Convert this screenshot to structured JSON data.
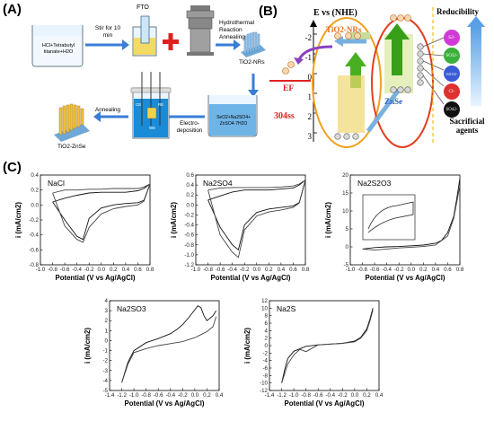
{
  "panels": {
    "a": "(A)",
    "b": "(B)",
    "c": "(C)"
  },
  "panel_a": {
    "precursor": "HCl+Tetrabutyl titanate+H2O",
    "stir": "Stir for 10 min",
    "fto": "FTO",
    "hydro": "Hydrothermal Reaction",
    "anneal1": "Annealing",
    "nrs": "TiO2-NRs",
    "electro": "Electro- deposition",
    "solution": "SeO2+Na2SO4+ ZnSO4·7H2O",
    "anneal2": "Annealing",
    "product": "TiO2-ZnSe",
    "electrode_labels": {
      "ce": "CE",
      "re": "RE",
      "we": "WE"
    }
  },
  "panel_b": {
    "axis_title": "E vs (NHE)",
    "ticks": [
      "-2",
      "-1",
      "0",
      "1",
      "2",
      "3"
    ],
    "tio2": "TiO2-NRs",
    "zn": "ZnSe",
    "ef": "EF",
    "ss": "304ss",
    "reducibility": "Reducibility",
    "sacrificial": "Sacrificial agents",
    "species": [
      {
        "label": "S2-",
        "color": "#d23ad6"
      },
      {
        "label": "SO32-",
        "color": "#3ab03a"
      },
      {
        "label": "S2O32-",
        "color": "#3a5ad6"
      },
      {
        "label": "Cl-",
        "color": "#e03030"
      },
      {
        "label": "SO42-",
        "color": "#111111"
      }
    ]
  },
  "chart_data": [
    {
      "type": "line",
      "label": "NaCl",
      "xlabel": "Potential (V vs Ag/AgCl)",
      "ylabel": "i (mA/cm2)",
      "xlim": [
        -1.0,
        0.8
      ],
      "ylim": [
        -0.8,
        0.4
      ],
      "xticks": [
        "-1.0",
        "-0.8",
        "-0.6",
        "-0.4",
        "-0.2",
        "0.0",
        "0.2",
        "0.4",
        "0.6",
        "0.8"
      ],
      "yticks": [
        "0.4",
        "0.2",
        "0.0",
        "-0.2",
        "-0.4",
        "-0.6",
        "-0.8"
      ],
      "series": [
        {
          "x": [
            -0.8,
            -0.6,
            -0.4,
            -0.2,
            0.0,
            0.2,
            0.4,
            0.6,
            0.7,
            0.8,
            0.7,
            0.6,
            0.4,
            0.2,
            0.0,
            -0.2,
            -0.3,
            -0.4,
            -0.6,
            -0.8
          ],
          "y": [
            0.04,
            0.09,
            0.13,
            0.16,
            0.17,
            0.17,
            0.17,
            0.19,
            0.22,
            0.28,
            0.06,
            0.03,
            0.02,
            0.0,
            -0.04,
            -0.18,
            -0.46,
            -0.42,
            -0.2,
            0.04
          ]
        },
        {
          "x": [
            -0.8,
            -0.6,
            -0.4,
            -0.2,
            0.0,
            0.2,
            0.4,
            0.6,
            0.7,
            0.8,
            0.7,
            0.6,
            0.4,
            0.2,
            0.0,
            -0.2,
            -0.3,
            -0.4,
            -0.6,
            -0.8
          ],
          "y": [
            0.16,
            0.2,
            0.2,
            0.21,
            0.21,
            0.22,
            0.22,
            0.22,
            0.24,
            0.28,
            0.05,
            0.0,
            -0.02,
            -0.05,
            -0.12,
            -0.3,
            -0.5,
            -0.46,
            -0.28,
            0.16
          ]
        }
      ]
    },
    {
      "type": "line",
      "label": "Na2SO4",
      "xlabel": "Potential (V vs Ag/AgCl)",
      "ylabel": "i (mA/cm2)",
      "xlim": [
        -1.0,
        0.8
      ],
      "ylim": [
        -1.2,
        0.6
      ],
      "xticks": [
        "-1.0",
        "-0.8",
        "-0.6",
        "-0.4",
        "-0.2",
        "0.0",
        "0.2",
        "0.4",
        "0.6",
        "0.8"
      ],
      "yticks": [
        "0.6",
        "0.4",
        "0.2",
        "0.0",
        "-0.2",
        "-0.4",
        "-0.6",
        "-0.8",
        "-1.0",
        "-1.2"
      ],
      "series": [
        {
          "x": [
            -0.8,
            -0.6,
            -0.4,
            -0.2,
            0.0,
            0.2,
            0.4,
            0.6,
            0.7,
            0.8,
            0.7,
            0.6,
            0.4,
            0.2,
            0.0,
            -0.2,
            -0.3,
            -0.4,
            -0.6,
            -0.8
          ],
          "y": [
            0.1,
            0.18,
            0.26,
            0.3,
            0.3,
            0.3,
            0.32,
            0.34,
            0.4,
            0.5,
            0.05,
            -0.02,
            -0.05,
            -0.08,
            -0.15,
            -0.4,
            -0.9,
            -0.8,
            -0.45,
            0.1
          ]
        },
        {
          "x": [
            -0.8,
            -0.6,
            -0.4,
            -0.2,
            0.0,
            0.2,
            0.4,
            0.6,
            0.7,
            0.8,
            0.7,
            0.6,
            0.4,
            0.2,
            0.0,
            -0.2,
            -0.3,
            -0.4,
            -0.6,
            -0.8
          ],
          "y": [
            0.3,
            0.34,
            0.35,
            0.35,
            0.35,
            0.35,
            0.36,
            0.38,
            0.42,
            0.5,
            0.04,
            -0.05,
            -0.1,
            -0.14,
            -0.22,
            -0.5,
            -1.05,
            -0.95,
            -0.6,
            0.3
          ]
        }
      ]
    },
    {
      "type": "line",
      "label": "Na2S2O3",
      "xlabel": "Potential (V vs Ag/AgCl)",
      "ylabel": "i (mA/cm2)",
      "xlim": [
        -1.0,
        0.8
      ],
      "ylim": [
        -5,
        20
      ],
      "xticks": [
        "-1.0",
        "-0.8",
        "-0.6",
        "-0.4",
        "-0.2",
        "0.0",
        "0.2",
        "0.4",
        "0.6",
        "0.8"
      ],
      "yticks": [
        "20",
        "15",
        "10",
        "5",
        "0",
        "-5"
      ],
      "series": [
        {
          "x": [
            -0.8,
            -0.6,
            -0.4,
            -0.2,
            0.0,
            0.2,
            0.4,
            0.5,
            0.6,
            0.7,
            0.75,
            0.8
          ],
          "y": [
            -0.6,
            -0.2,
            0.0,
            0.1,
            0.3,
            0.5,
            1.0,
            1.8,
            4.0,
            8.5,
            13.5,
            19.0
          ]
        },
        {
          "x": [
            0.8,
            0.75,
            0.7,
            0.6,
            0.4,
            0.2,
            0.0,
            -0.2,
            -0.4,
            -0.6,
            -0.8
          ],
          "y": [
            17.0,
            12.5,
            8.0,
            3.0,
            0.5,
            0.1,
            -0.1,
            -0.3,
            -0.6,
            -0.9,
            -0.6
          ]
        }
      ]
    },
    {
      "type": "line",
      "label": "Na2SO3",
      "xlabel": "Potential (V vs Ag/AgCl)",
      "ylabel": "i (mA/cm2)",
      "xlim": [
        -1.4,
        0.4
      ],
      "ylim": [
        -5,
        4
      ],
      "xticks": [
        "-1.4",
        "-1.2",
        "-1.0",
        "-0.8",
        "-0.6",
        "-0.4",
        "-0.2",
        "0.0",
        "0.2",
        "0.4"
      ],
      "yticks": [
        "4",
        "3",
        "2",
        "1",
        "0",
        "-1",
        "-2",
        "-3",
        "-4",
        "-5"
      ],
      "series": [
        {
          "x": [
            -1.2,
            -1.1,
            -1.0,
            -0.8,
            -0.6,
            -0.4,
            -0.3,
            -0.2,
            -0.1,
            0.0,
            0.05,
            0.1,
            0.15,
            0.2,
            0.3,
            0.35
          ],
          "y": [
            -4.2,
            -2.2,
            -1.0,
            -0.2,
            0.2,
            0.7,
            1.1,
            1.6,
            2.3,
            3.1,
            3.5,
            3.3,
            2.5,
            2.0,
            2.5,
            3.0
          ]
        },
        {
          "x": [
            0.35,
            0.3,
            0.2,
            0.1,
            0.0,
            -0.2,
            -0.4,
            -0.6,
            -0.8,
            -1.0,
            -1.1,
            -1.2
          ],
          "y": [
            2.4,
            1.4,
            0.9,
            0.6,
            0.3,
            -0.1,
            -0.3,
            -0.5,
            -0.8,
            -1.2,
            -2.4,
            -4.2
          ]
        }
      ]
    },
    {
      "type": "line",
      "label": "Na2S",
      "xlabel": "Potential (V vs Ag/AgCl)",
      "ylabel": "i (mA/cm2)",
      "xlim": [
        -1.4,
        0.4
      ],
      "ylim": [
        -12,
        12
      ],
      "xticks": [
        "-1.4",
        "-1.2",
        "-1.0",
        "-0.8",
        "-0.6",
        "-0.4",
        "-0.2",
        "0.0",
        "0.2",
        "0.4"
      ],
      "yticks": [
        "12",
        "10",
        "8",
        "6",
        "4",
        "2",
        "0",
        "-2",
        "-4",
        "-6",
        "-8",
        "-10",
        "-12"
      ],
      "series": [
        {
          "x": [
            -1.2,
            -1.15,
            -1.1,
            -1.0,
            -0.8,
            -0.6,
            -0.4,
            -0.2,
            0.0,
            0.1,
            0.2,
            0.25,
            0.3
          ],
          "y": [
            -10.0,
            -6.5,
            -3.5,
            -1.5,
            -0.2,
            0.2,
            0.4,
            0.6,
            1.2,
            2.2,
            4.5,
            7.0,
            10.0
          ]
        },
        {
          "x": [
            0.3,
            0.25,
            0.2,
            0.1,
            0.0,
            -0.2,
            -0.4,
            -0.6,
            -0.8,
            -0.9,
            -1.0,
            -1.1,
            -1.2
          ],
          "y": [
            9.5,
            6.5,
            4.0,
            2.0,
            1.0,
            0.6,
            0.4,
            0.2,
            -1.6,
            -1.0,
            -2.5,
            -5.0,
            -10.0
          ]
        }
      ]
    }
  ]
}
